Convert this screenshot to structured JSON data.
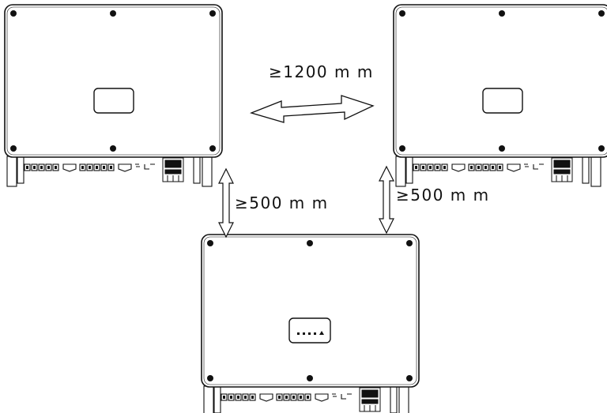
{
  "diagram": {
    "colors": {
      "stroke": "#111111",
      "background": "#ffffff"
    },
    "inverters": [
      {
        "id": "inverter-top-left",
        "display": "blank-display"
      },
      {
        "id": "inverter-top-right",
        "display": "blank-display"
      },
      {
        "id": "inverter-bottom",
        "display": "led-display"
      }
    ],
    "clearances": {
      "horizontal": {
        "label": "≥1200 m m"
      },
      "vertical_left": {
        "label": "≥500 m m"
      },
      "vertical_right": {
        "label": "≥500 m m"
      }
    }
  }
}
